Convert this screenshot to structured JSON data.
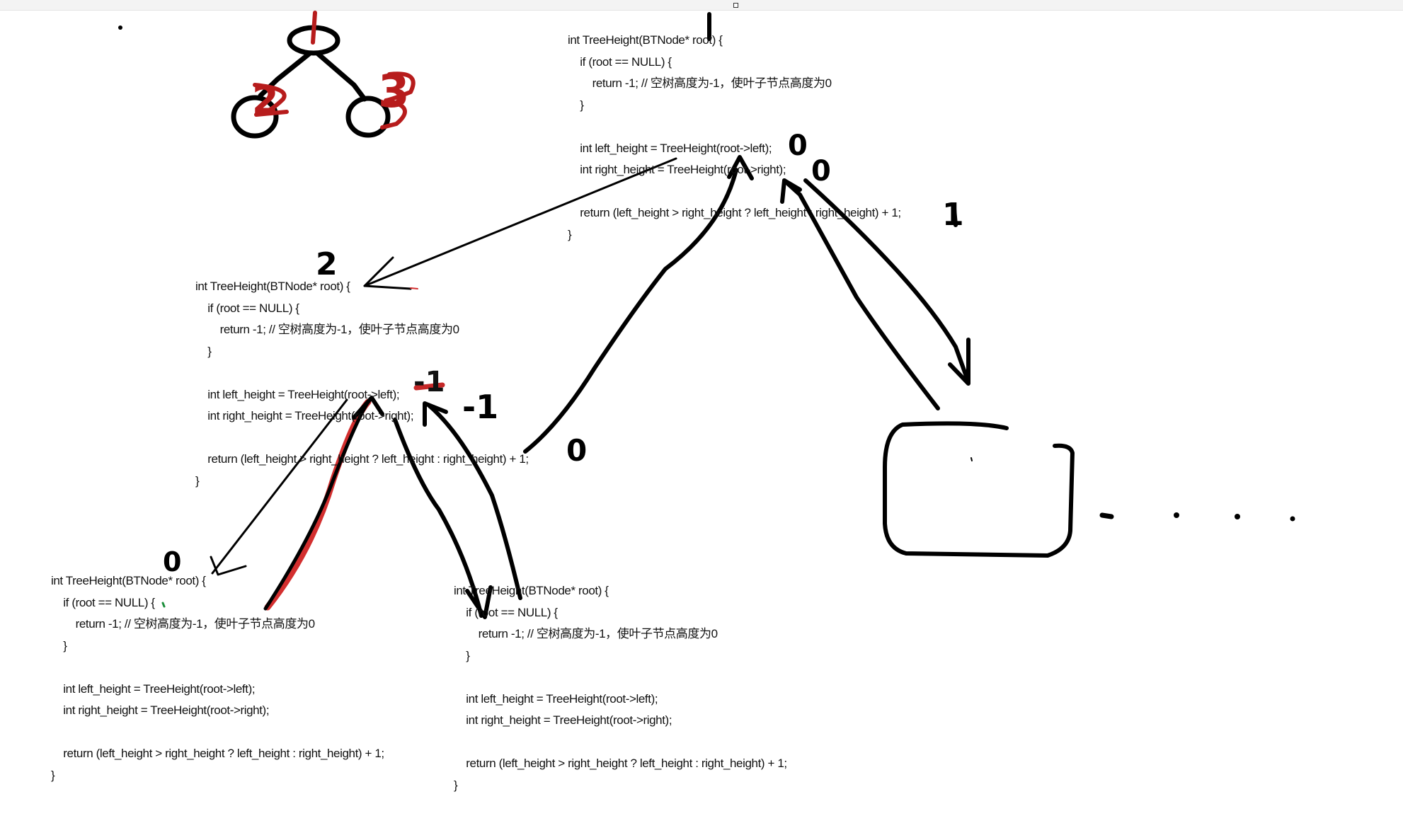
{
  "colors": {
    "ink": "#000000",
    "accent_ink": "#b71c1c",
    "paper": "#ffffff"
  },
  "code_lines": [
    "int TreeHeight(BTNode* root) {",
    "    if (root == NULL) {",
    "        return -1; // 空树高度为-1，使叶子节点高度为0",
    "    }",
    "",
    "    int left_height = TreeHeight(root->left);",
    "    int right_height = TreeHeight(root->right);",
    "",
    "    return (left_height > right_height ? left_height : right_height) + 1;",
    "}"
  ],
  "handwritten_labels": {
    "top_block_left_return": "0",
    "top_block_right_return": "0",
    "top_block_height": "1",
    "middle_block_result": "2",
    "middle_left_child_return": "-1",
    "middle_right_child_return": "-1",
    "middle_block_zero": "0",
    "bottom_left_block_result": "0",
    "tree_sketch_node_2": "2",
    "tree_sketch_node_3": "3"
  }
}
